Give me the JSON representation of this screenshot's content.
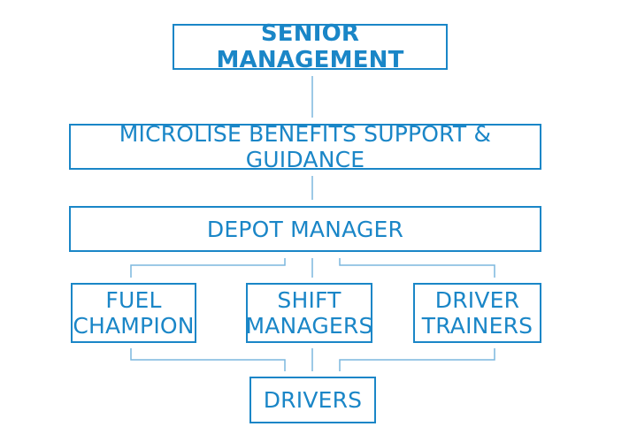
{
  "diagram": {
    "senior_management": "SENIOR MANAGEMENT",
    "benefits_support": "MICROLISE BENEFITS SUPPORT & GUIDANCE",
    "depot_manager": "DEPOT MANAGER",
    "fuel_champion": {
      "line1": "FUEL",
      "line2": "CHAMPION"
    },
    "shift_managers": {
      "line1": "SHIFT",
      "line2": "MANAGERS"
    },
    "driver_trainers": {
      "line1": "DRIVER",
      "line2": "TRAINERS"
    },
    "drivers": "DRIVERS"
  },
  "colors": {
    "box_border": "#1a86c7",
    "text": "#1a86c7",
    "connector": "#7cb7dd"
  }
}
